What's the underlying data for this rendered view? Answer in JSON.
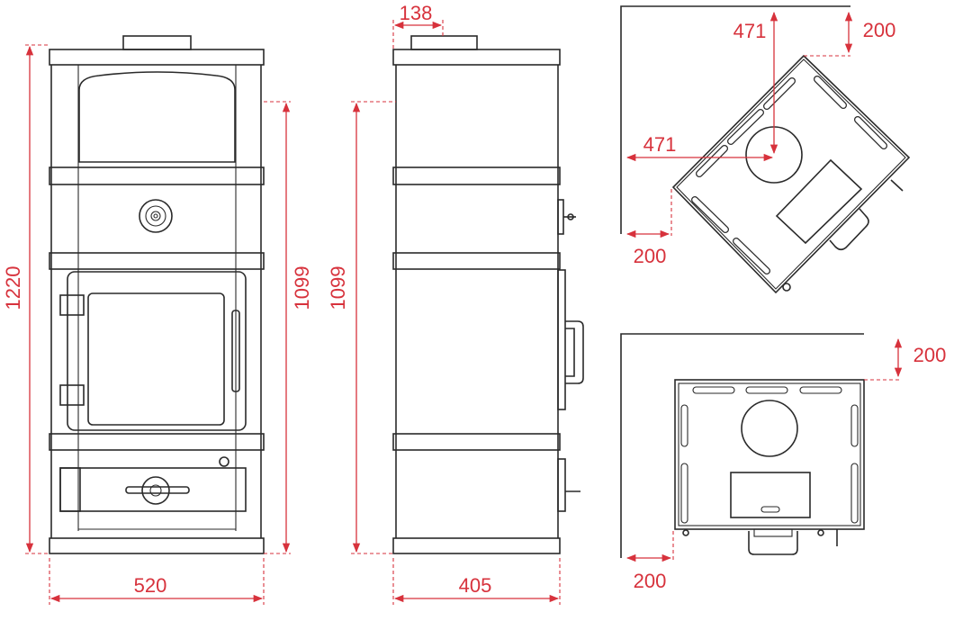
{
  "colors": {
    "dimension": "#d7323c",
    "outline": "#2a2a2a"
  },
  "front_view": {
    "height_total": "1220",
    "height_body": "1099",
    "width": "520"
  },
  "side_view": {
    "flue_offset": "138",
    "height_body": "1099",
    "depth": "405"
  },
  "corner_view": {
    "flue_y": "471",
    "flue_x": "471",
    "clearance_back": "200",
    "clearance_side": "200"
  },
  "wall_view": {
    "clearance_back": "200",
    "clearance_side": "200"
  }
}
